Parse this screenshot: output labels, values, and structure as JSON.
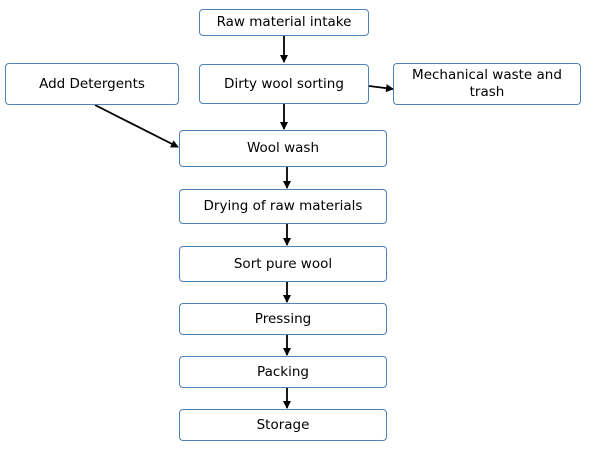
{
  "diagram": {
    "border_color": "#4f81bd",
    "arrow_color": "#000000",
    "nodes": {
      "raw_material_intake": "Raw material intake",
      "add_detergents": "Add Detergents",
      "dirty_wool_sorting": "Dirty wool sorting",
      "mechanical_waste": "Mechanical waste and trash",
      "wool_wash": "Wool wash",
      "drying": "Drying of raw materials",
      "sort_pure_wool": "Sort pure wool",
      "pressing": "Pressing",
      "packing": "Packing",
      "storage": "Storage"
    },
    "edges": [
      {
        "from": "raw_material_intake",
        "to": "dirty_wool_sorting"
      },
      {
        "from": "dirty_wool_sorting",
        "to": "mechanical_waste"
      },
      {
        "from": "dirty_wool_sorting",
        "to": "wool_wash"
      },
      {
        "from": "add_detergents",
        "to": "wool_wash"
      },
      {
        "from": "wool_wash",
        "to": "drying"
      },
      {
        "from": "drying",
        "to": "sort_pure_wool"
      },
      {
        "from": "sort_pure_wool",
        "to": "pressing"
      },
      {
        "from": "pressing",
        "to": "packing"
      },
      {
        "from": "packing",
        "to": "storage"
      }
    ]
  }
}
